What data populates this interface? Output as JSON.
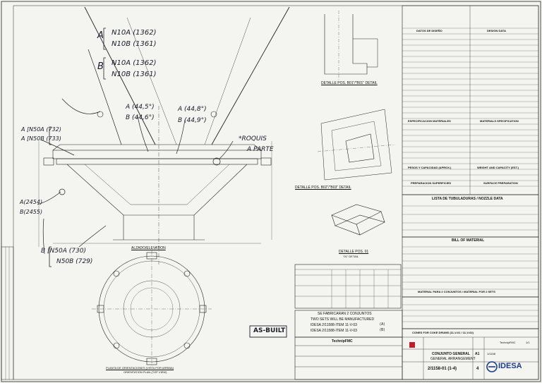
{
  "handwritten": {
    "top_left_group_a": "A",
    "top_left_group_b": "B",
    "n10a_1362": "N10A (1362)",
    "n10b_1361a": "N10B (1361)",
    "n10a_1362b": "N10A (1362)",
    "n10b_1361b": "N10B (1361)",
    "a_44_5": "A (44,5°)",
    "b_44_6": "B (44,6°)",
    "a_44_8": "A (44,8°)",
    "b_44_9": "B (44,9°)",
    "roquis_line1": "*ROQUIS",
    "roquis_line2": "A PARTE",
    "n50a_732": "A [N50A (732)",
    "n50b_733": "A [N50B (733)",
    "a_2454": "A(2454)",
    "b_2455": "B(2455)",
    "n50a_730": "B [N50A (730)",
    "n50b_729": "N50B (729)",
    "as_built": "AS-BUILT"
  },
  "views": {
    "elevation_label": "ALZADO/ELEVATION",
    "plan_label": "PLANTA DE ORIENTACIONES (VISTA POR ARRIBA)",
    "plan_label_en": "ORIENTATION PLAN (TOP VIEW)",
    "detail_top": "DETALLE POS. B01\"/\"B01\" DETAIL",
    "detail_mid": "DETALLE POS. B02\"/\"B03\" DETAIL",
    "detail_bottom": "DETALLE POS. 01",
    "detail_bottom_en": "\"01\" DETAIL"
  },
  "right_panel": {
    "datos_diseno": "DATOS DE DISEÑO",
    "design_data": "DESIGN DATA",
    "especificacion": "ESPECIFICACION MATERIALES",
    "material_spec": "MATERIALS SPECIFICATION",
    "pesos": "PESOS Y CAPACIDAD (APROX.)",
    "weight": "WEIGHT AND CAPACITY (EST.)",
    "preparacion": "PREPARACION SUPERFICIES",
    "surface": "SURFACE PREPARATION",
    "tubuladuras": "LISTA DE TUBULADURAS / NOZZLE DATA",
    "bom": "BILL OF MATERIAL",
    "material_para": "MATERIAL PARA 2 CONJUNTOS / MATERIAL FOR 2 SETS"
  },
  "note": {
    "line1": "SE FABRICARAN 2 CONJUNTOS",
    "line2": "TWO SETS WILL BE MANUFACTURED",
    "line3": "IDESA 2/11588-ITEM 11-V-03",
    "line3_mark": "(A)",
    "line4": "IDESA 2/11588-ITEM 11-V-03",
    "line4_mark": "(B)"
  },
  "title_block": {
    "title_line1": "CONES FOR COKE DRUMS (11-V-01 / 11-V-02)",
    "conjunto": "CONJUNTO GENERAL",
    "general": "GENERAL ARRANGEMENT",
    "size": "A1",
    "scale": "1/1158",
    "drawing_no": "2/1158-01 (1-4)",
    "rev": "4",
    "company": "IDESA",
    "client": "TechnipFMC",
    "client_small": "TechnipFMC",
    "sheet": "1/1"
  }
}
